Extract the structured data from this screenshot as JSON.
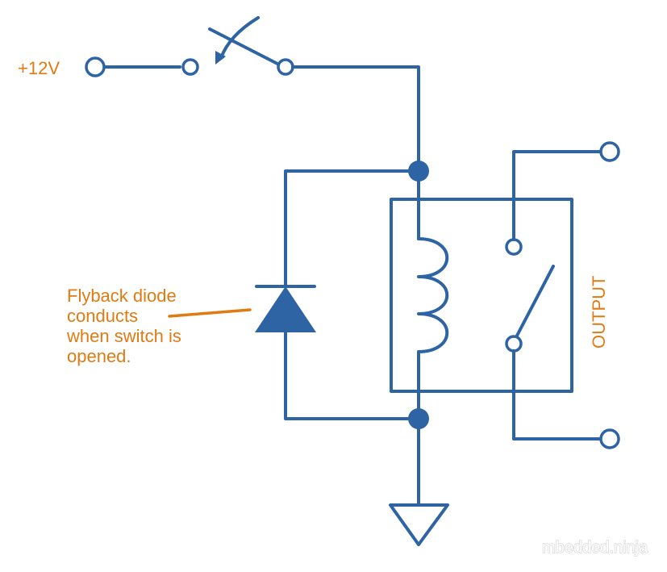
{
  "labels": {
    "supply": "+12V",
    "output": "OUTPUT",
    "annotation_lines": [
      "Flyback diode",
      "conducts",
      "when switch is",
      "opened."
    ]
  },
  "watermark": "mbedded.ninja",
  "colors": {
    "wire": "#2f64a4",
    "text": "#e07b14",
    "background": "#ffffff"
  }
}
